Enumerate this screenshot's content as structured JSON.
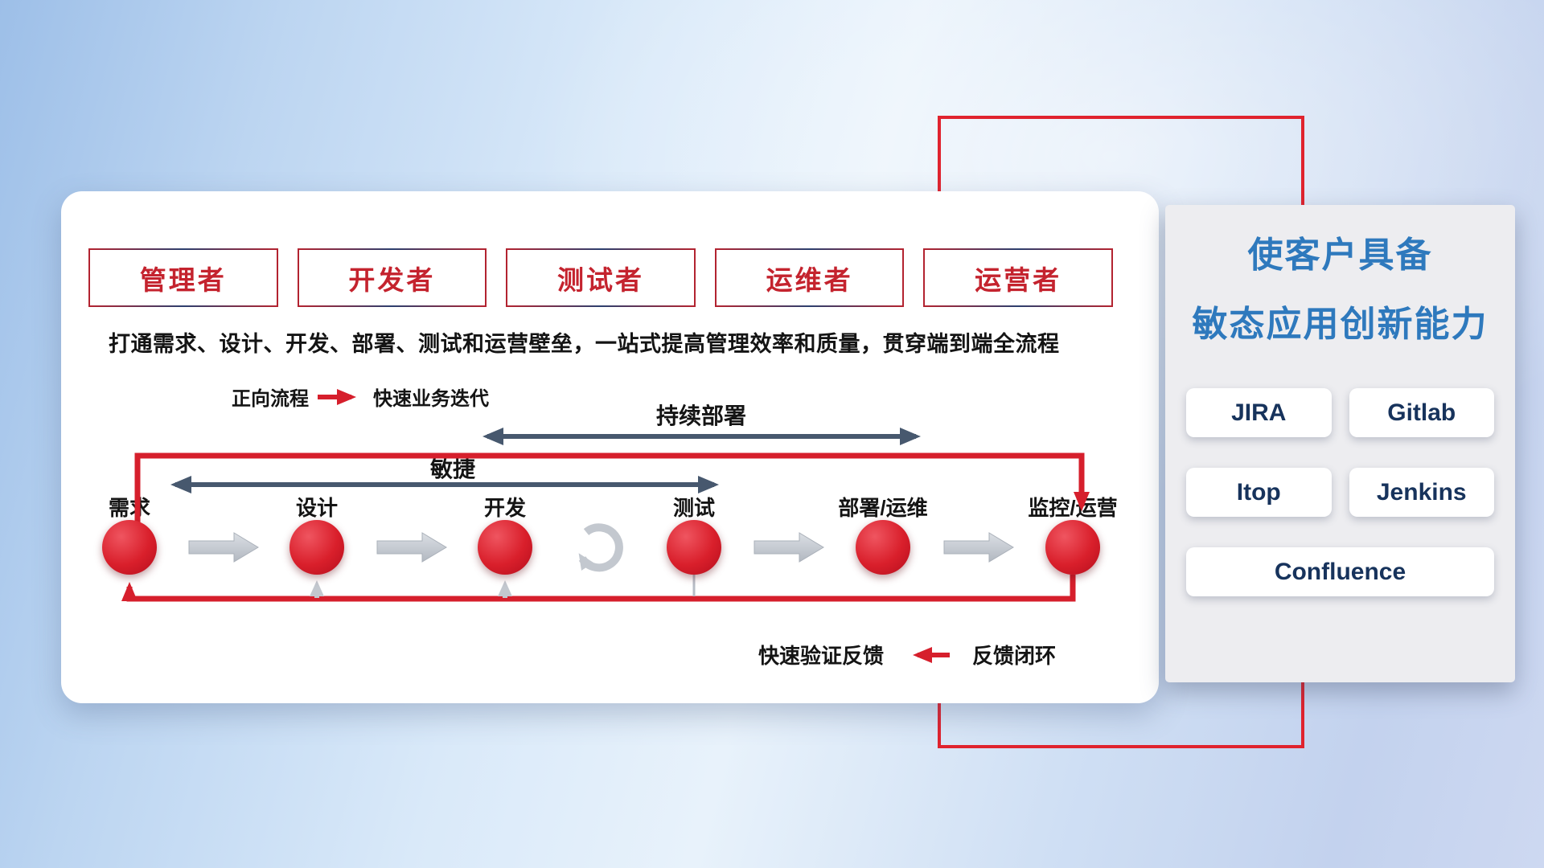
{
  "roles": [
    "管理者",
    "开发者",
    "测试者",
    "运维者",
    "运营者"
  ],
  "description": "打通需求、设计、开发、部署、测试和运营壁垒，一站式提高管理效率和质量，贯穿端到端全流程",
  "legend_forward": {
    "label": "正向流程",
    "desc": "快速业务迭代"
  },
  "arrows": {
    "continuous_deployment": "持续部署",
    "agile": "敏捷"
  },
  "stages": [
    "需求",
    "设计",
    "开发",
    "测试",
    "部署/运维",
    "监控/运营"
  ],
  "feedback": {
    "desc": "快速验证反馈",
    "label": "反馈闭环"
  },
  "right_panel": {
    "title_line1": "使客户具备",
    "title_line2": "敏态应用创新能力",
    "tools": [
      "JIRA",
      "Gitlab",
      "Itop",
      "Jenkins",
      "Confluence"
    ]
  },
  "icons": {
    "forward_arrow": "arrow-right",
    "feedback_arrow": "arrow-left",
    "iteration_loop": "loop-arrow"
  },
  "colors": {
    "accent_red": "#d61f2c",
    "frame_red": "#e0232e",
    "slate_arrow": "#47586e",
    "title_blue": "#2e79bd",
    "tool_navy": "#17335c",
    "role_text_red": "#c4232e"
  }
}
